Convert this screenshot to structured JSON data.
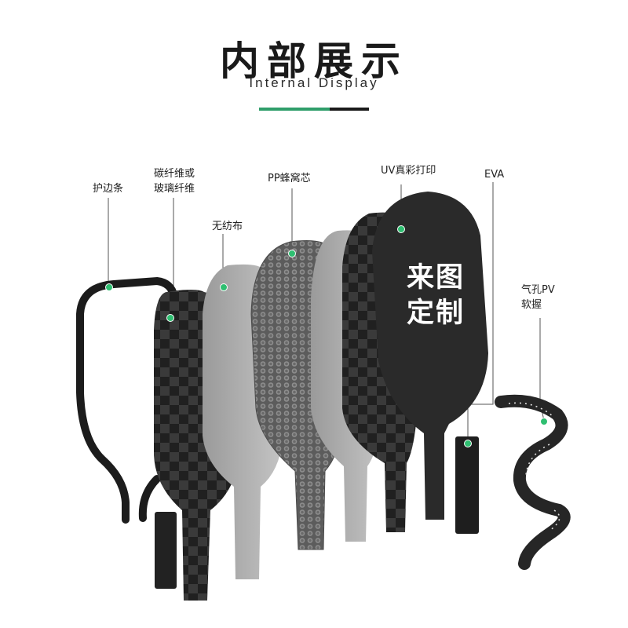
{
  "header": {
    "title": "内部展示",
    "subtitle": "Internal Display"
  },
  "colors": {
    "accent": "#2f9e6a",
    "dark": "#1a1a1a",
    "marker": "#2fbf71"
  },
  "labels": {
    "edge_strip": "护边条",
    "carbon_glass_line1": "碳纤维或",
    "carbon_glass_line2": "玻璃纤维",
    "nonwoven": "无纺布",
    "honeycomb": "PP蜂窝芯",
    "uv_print": "UV真彩打印",
    "eva": "EVA",
    "grip_line1": "气孔PV",
    "grip_line2": "软握"
  },
  "paddle_text": {
    "line1": "来图",
    "line2": "定制"
  }
}
